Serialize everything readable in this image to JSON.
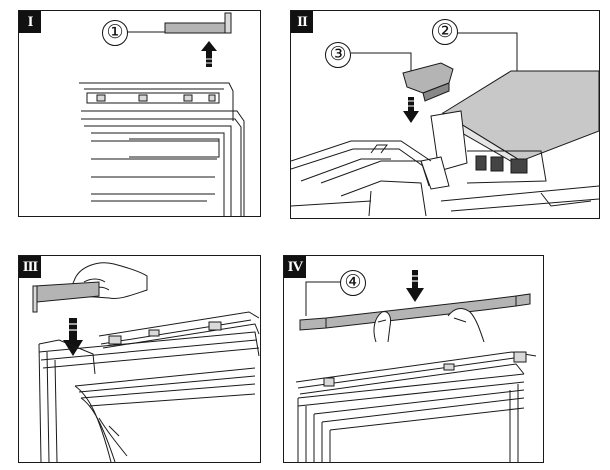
{
  "panels": [
    {
      "roman": "I",
      "callouts": [
        "①"
      ]
    },
    {
      "roman": "II",
      "callouts": [
        "②",
        "③"
      ]
    },
    {
      "roman": "III",
      "callouts": []
    },
    {
      "roman": "IV",
      "callouts": [
        "④"
      ]
    }
  ],
  "colors": {
    "line": "#1a1a1a",
    "part_fill": "#b4b4b4",
    "shade": "#d9d9d9",
    "badge": "#111111"
  },
  "icons": [
    "up-arrow-icon",
    "down-arrow-icon",
    "hand-icon"
  ]
}
